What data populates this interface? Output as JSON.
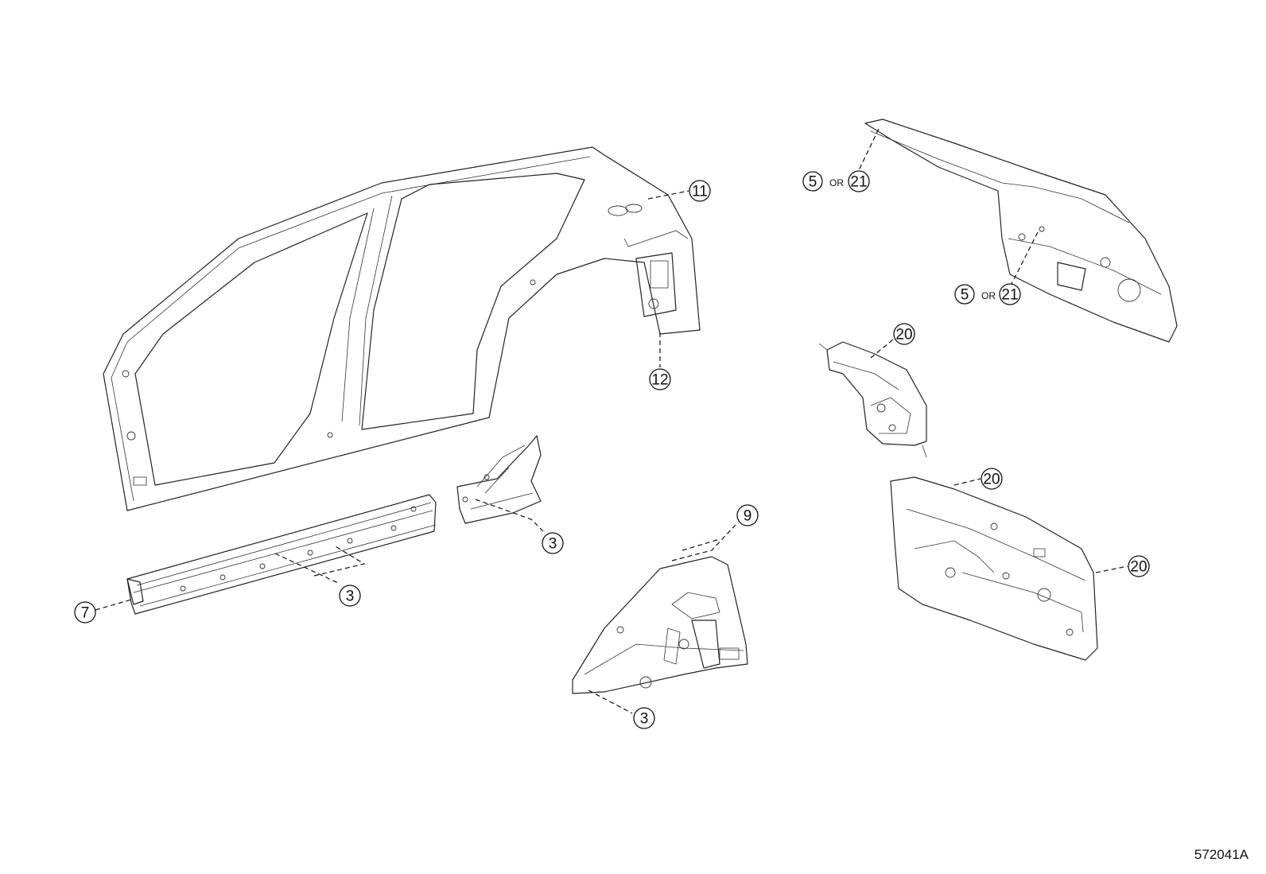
{
  "diagram_id": "572041A",
  "or_word": "OR",
  "callouts": {
    "c11": "11",
    "c12": "12",
    "c5a": "5",
    "c21a": "21",
    "c5b": "5",
    "c21b": "21",
    "c20a": "20",
    "c20b": "20",
    "c20c": "20",
    "c3a": "3",
    "c7": "7",
    "c3b": "3",
    "c9": "9",
    "c3c": "3"
  }
}
